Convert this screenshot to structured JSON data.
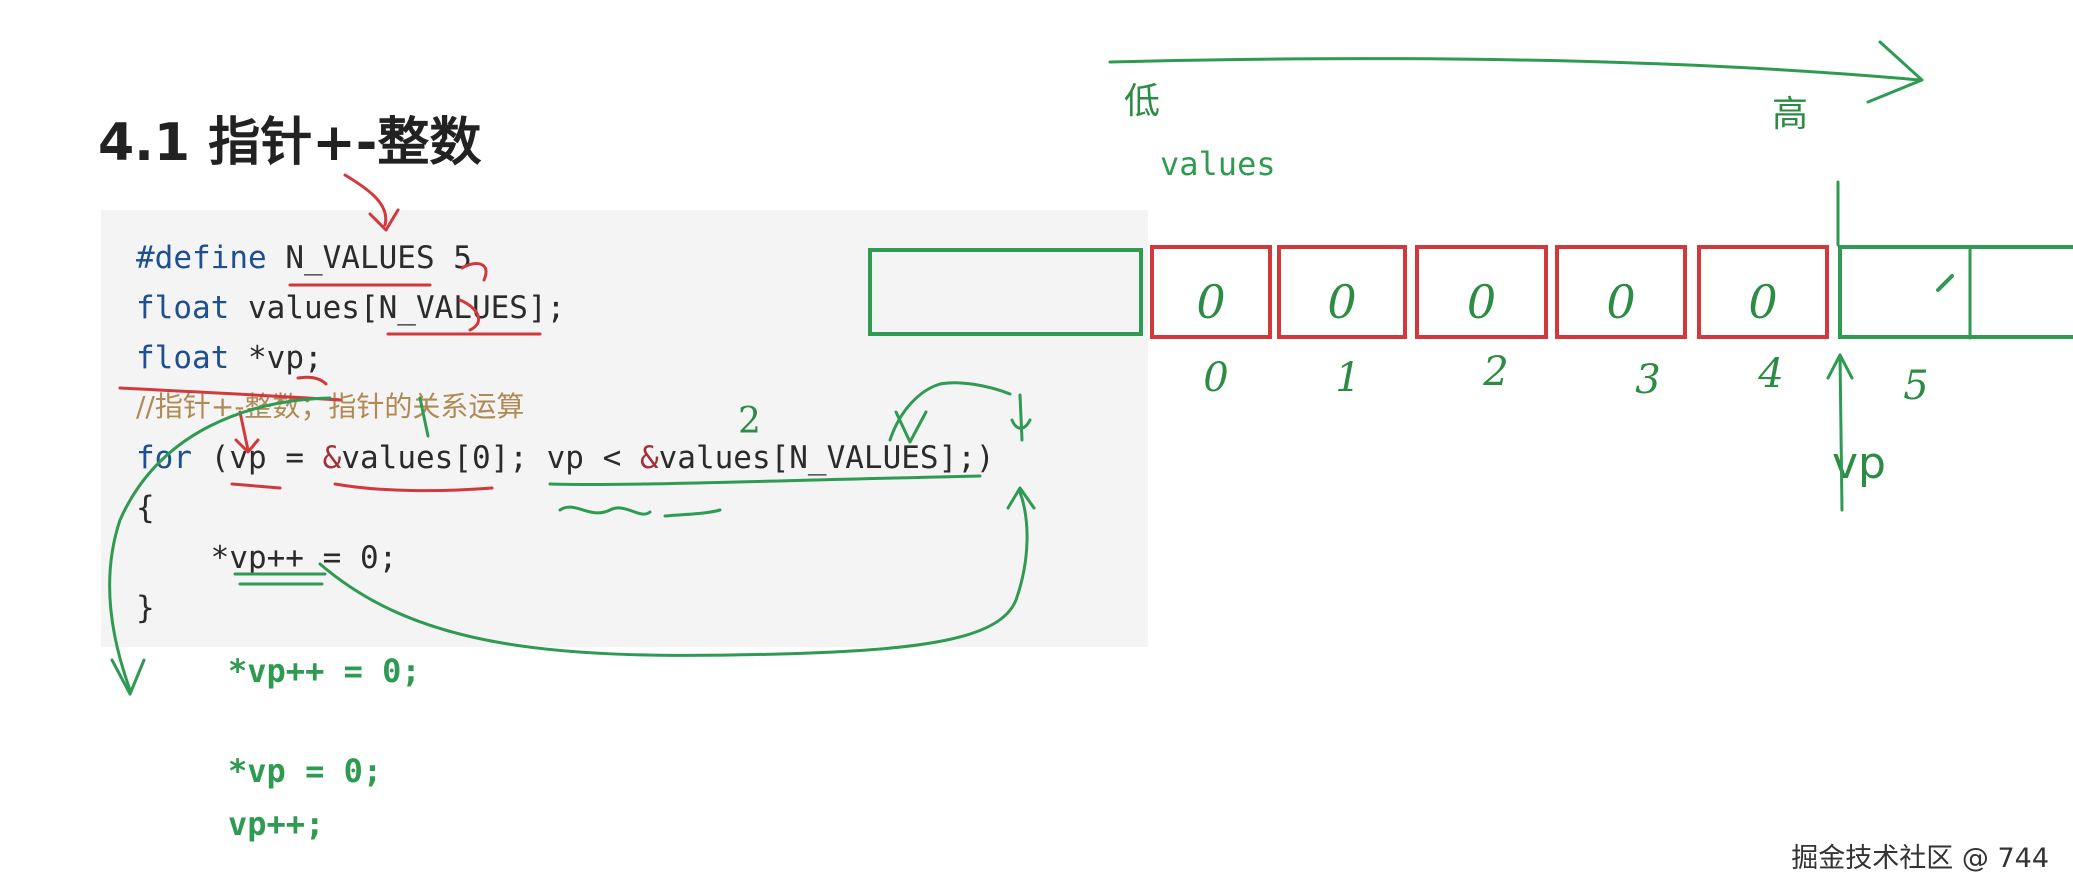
{
  "title": "4.1 指针+-整数",
  "code": {
    "line1": {
      "kw": "#define",
      "rest": " N_VALUES 5"
    },
    "line2": {
      "kw": "float",
      "rest": " values[N_VALUES];"
    },
    "line3": {
      "kw": "float",
      "rest": " *vp;"
    },
    "line4": {
      "comment": "//指针+-整数；指针的关系运算"
    },
    "line5": {
      "kw": "for",
      "p1": " (vp = ",
      "amp1": "&",
      "p2": "values[0]; vp < ",
      "amp2": "&",
      "p3": "values[N_VALUES];)"
    },
    "line6": "{",
    "line7": "    *vp++ = 0;",
    "line8": "}"
  },
  "annotations": {
    "code_extra1": "*vp++ = 0;",
    "code_extra2": "*vp = 0;",
    "code_extra3": "vp++;",
    "mark_2": "2",
    "low": "低",
    "high": "高",
    "values_label": "values",
    "vp_label": "vp"
  },
  "array": {
    "cells": [
      "0",
      "0",
      "0",
      "0",
      "0"
    ],
    "indices": [
      "0",
      "1",
      "2",
      "3",
      "4",
      "5"
    ]
  },
  "colors": {
    "red_cell": "#d2393d",
    "green_ink": "#2f9a52",
    "red_ink": "#d2393d"
  },
  "watermark": "掘金技术社区 @ 744"
}
